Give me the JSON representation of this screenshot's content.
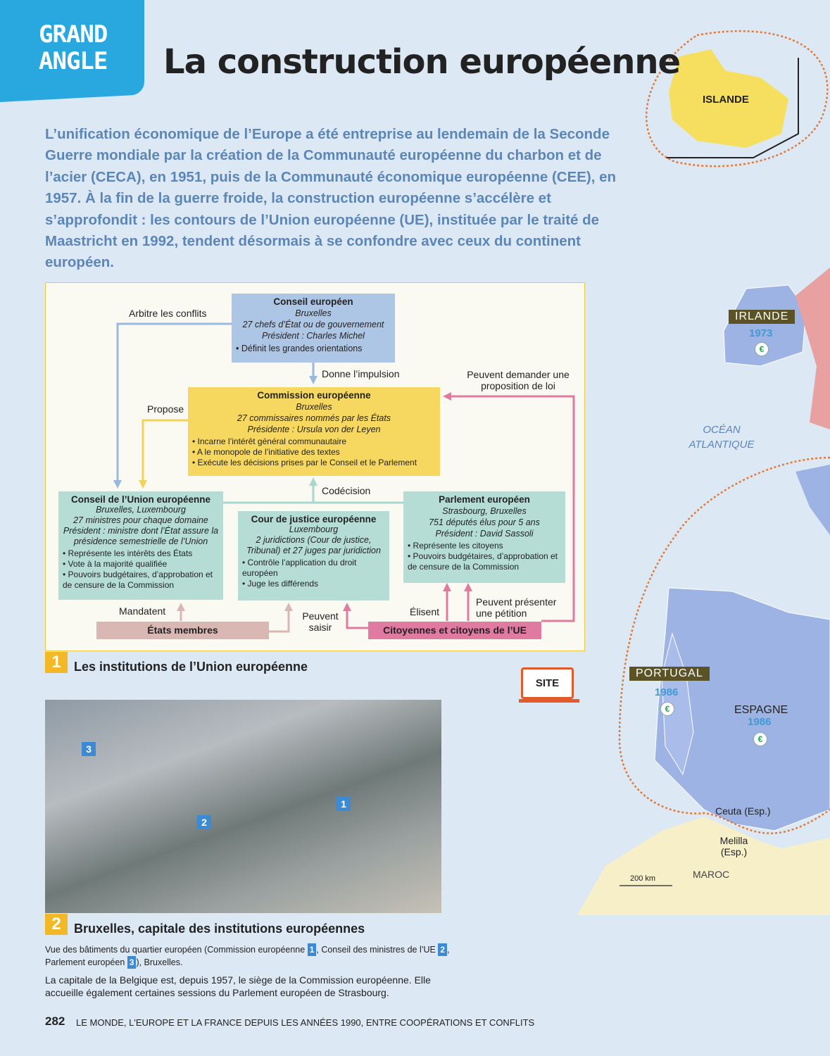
{
  "header": {
    "tag_line1": "GRAND",
    "tag_line2": "ANGLE",
    "title": "La construction européenne"
  },
  "intro": "L’unification économique de l’Europe a été entreprise au lendemain de la Seconde Guerre mondiale par la création de la Communauté européenne du charbon et de l’acier (CECA), en 1951, puis de la Communauté économique européenne (CEE), en 1957. À la fin de la guerre froide, la construction européenne s’accélère et s’approfondit : les contours de l’Union européenne (UE), instituée par le traité de Maastricht en 1992, tendent désormais à se confondre avec ceux du continent européen.",
  "diagram": {
    "conseil_europeen": {
      "name": "Conseil européen",
      "city": "Bruxelles",
      "members": "27 chefs d’État ou de gouvernement",
      "president": "Président : Charles Michel",
      "bullets": [
        "Définit les grandes orientations"
      ]
    },
    "commission": {
      "name": "Commission européenne",
      "city": "Bruxelles",
      "members": "27 commissaires nommés par les États",
      "president": "Présidente : Ursula von der Leyen",
      "bullets": [
        "Incarne l’intérêt général communautaire",
        "A le monopole de l’initiative des textes",
        "Exécute les décisions prises par le Conseil et le Parlement"
      ]
    },
    "conseil_ue": {
      "name": "Conseil de l’Union européenne",
      "city": "Bruxelles, Luxembourg",
      "members": "27 ministres pour chaque domaine",
      "president": "Président : ministre dont l’État assure la présidence semestrielle de l’Union",
      "bullets": [
        "Représente les intérêts des États",
        "Vote à la majorité qualifiée",
        "Pouvoirs budgétaires, d’approbation et de censure de la Commission"
      ]
    },
    "cour": {
      "name": "Cour de justice européenne",
      "city": "Luxembourg",
      "members": "2 juridictions (Cour de justice, Tribunal) et 27 juges par juridiction",
      "bullets": [
        "Contrôle l’application du droit européen",
        "Juge les différends"
      ]
    },
    "parlement": {
      "name": "Parlement européen",
      "city": "Strasbourg, Bruxelles",
      "members": "751 députés élus pour 5 ans",
      "president": "Président : David Sassoli",
      "bullets": [
        "Représente les citoyens",
        "Pouvoirs budgétaires, d’approbation et de censure de la Commission"
      ]
    },
    "etats": "États membres",
    "citoyens": "Citoyennes et citoyens de l’UE",
    "labels": {
      "arbitre": "Arbitre les conflits",
      "impulsion": "Donne l’impulsion",
      "propose": "Propose",
      "demander": "Peuvent demander une proposition de loi",
      "codecision": "Codécision",
      "mandatent": "Mandatent",
      "saisir": "Peuvent saisir",
      "elisent": "Élisent",
      "petition": "Peuvent présenter une pétition"
    }
  },
  "doc1": {
    "num": "1",
    "caption": "Les institutions de l’Union européenne"
  },
  "site_label": "SITE",
  "doc2": {
    "num": "2",
    "caption": "Bruxelles, capitale des institutions européennes",
    "legend_a": "Vue des bâtiments du quartier européen (Commission européenne ",
    "legend_b": ", Conseil des ministres de l’UE ",
    "legend_c": ",",
    "legend_d": "Parlement européen ",
    "legend_e": "), Bruxelles.",
    "text": "La capitale de la Belgique est, depuis 1957, le siège de la Commission européenne. Elle accueille également certaines sessions du Parlement européen de Strasbourg.",
    "markers": [
      "1",
      "2",
      "3"
    ]
  },
  "map": {
    "islande": "ISLANDE",
    "irlande": "IRLANDE",
    "irlande_year": "1973",
    "ocean": "OCÉAN ATLANTIQUE",
    "portugal": "PORTUGAL",
    "portugal_year": "1986",
    "espagne": "ESPAGNE",
    "espagne_year": "1986",
    "ceuta": "Ceuta (Esp.)",
    "melilla": "Melilla (Esp.)",
    "maroc": "MAROC",
    "scale": "200 km",
    "euro": "€"
  },
  "footer": {
    "page": "282",
    "text": "LE MONDE, L'EUROPE ET LA FRANCE DEPUIS LES ANNÉES 1990, ENTRE COOPÉRATIONS ET CONFLITS"
  },
  "colors": {
    "accent": "#29a8e0",
    "intro": "#5b86b6",
    "blue_box": "#adc6e6",
    "yellow_box": "#f6d860",
    "green_box": "#b5ddd5",
    "pink": "#e07aa0"
  }
}
